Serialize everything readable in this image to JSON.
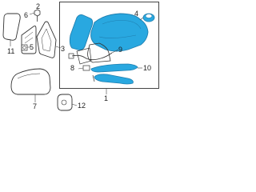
{
  "callouts": {
    "c1": "1",
    "c2": "2",
    "c3": "3",
    "c4": "4",
    "c5": "5",
    "c6": "6",
    "c7": "7",
    "c8": "8",
    "c9": "9",
    "c10": "10",
    "c11": "11",
    "c12": "12"
  },
  "colors": {
    "outline": "#333333",
    "highlight": "#29a8e0",
    "highlight_dark": "#1f7fb0",
    "leader": "#444444"
  }
}
